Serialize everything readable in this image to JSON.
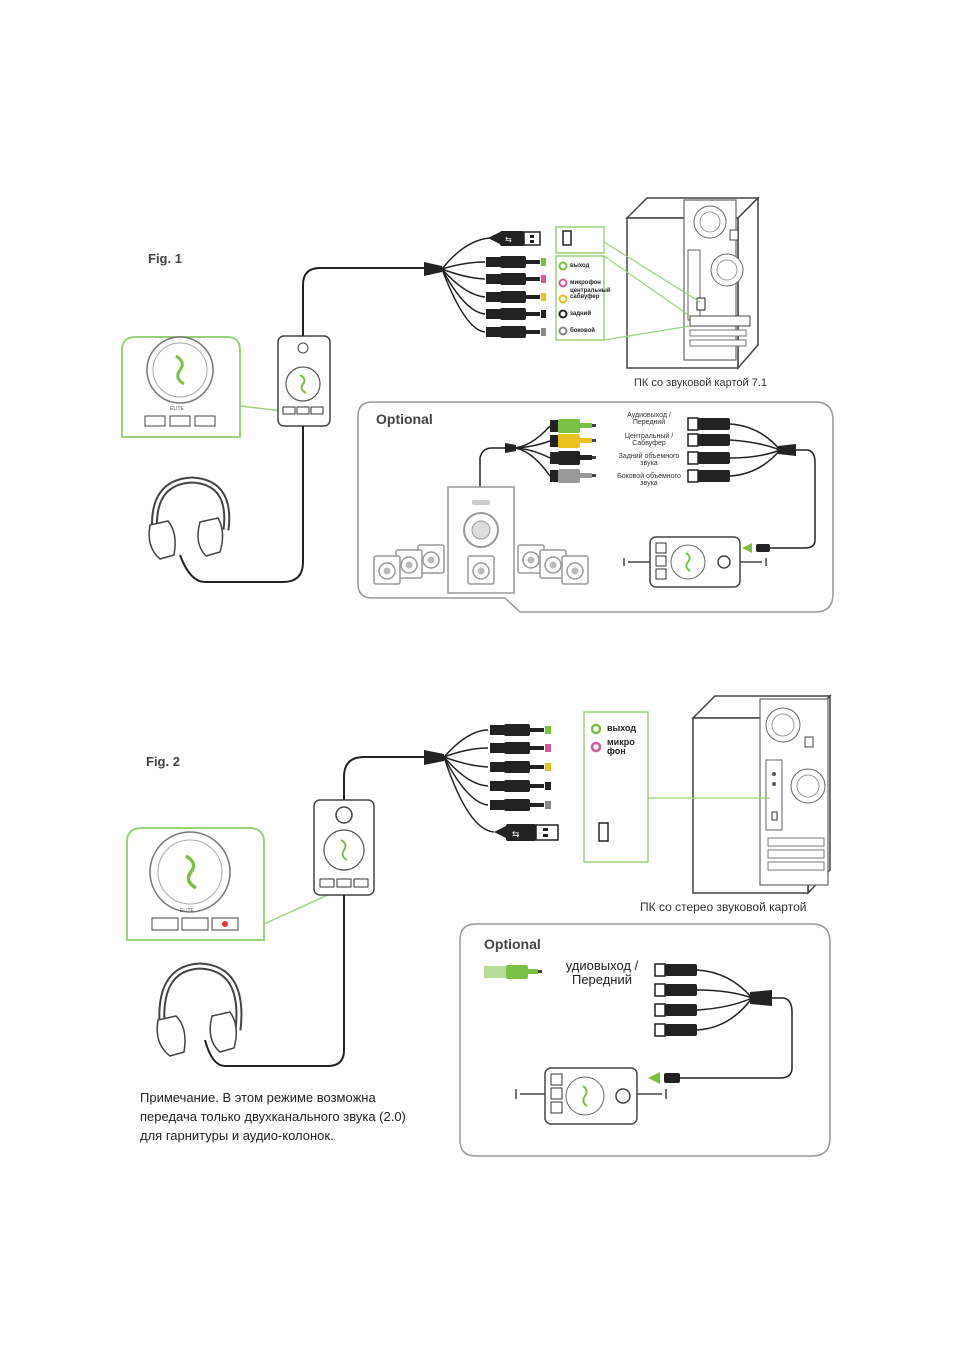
{
  "fig1": {
    "label": "Fig. 1",
    "ports": [
      "выход",
      "микрофон",
      "центральный сабвуфер",
      "задний",
      "боковой"
    ],
    "pc_caption": "ПК со звуковой картой 7.1",
    "optional": {
      "title": "Optional",
      "labels": [
        "Аудиовыход / Передний",
        "Центральный / Сабвуфер",
        "Задний объемного звука",
        "Боковой объемного звука"
      ]
    }
  },
  "fig2": {
    "label": "Fig. 2",
    "ports": [
      "выход",
      "микро фон"
    ],
    "pc_caption": "ПК со стерео звуковой картой",
    "optional": {
      "title": "Optional",
      "label": "удиовыход / Передний"
    },
    "note": "Примечание. В этом режиме возможна передача только двухканального звука (2.0) для гарнитуры и аудио-колонок."
  },
  "colors": {
    "accent_green": "#7ac143",
    "mic_pink": "#d6589b",
    "center_yellow": "#e8c21a",
    "line": "#222222",
    "outline": "#9a9a9a"
  }
}
